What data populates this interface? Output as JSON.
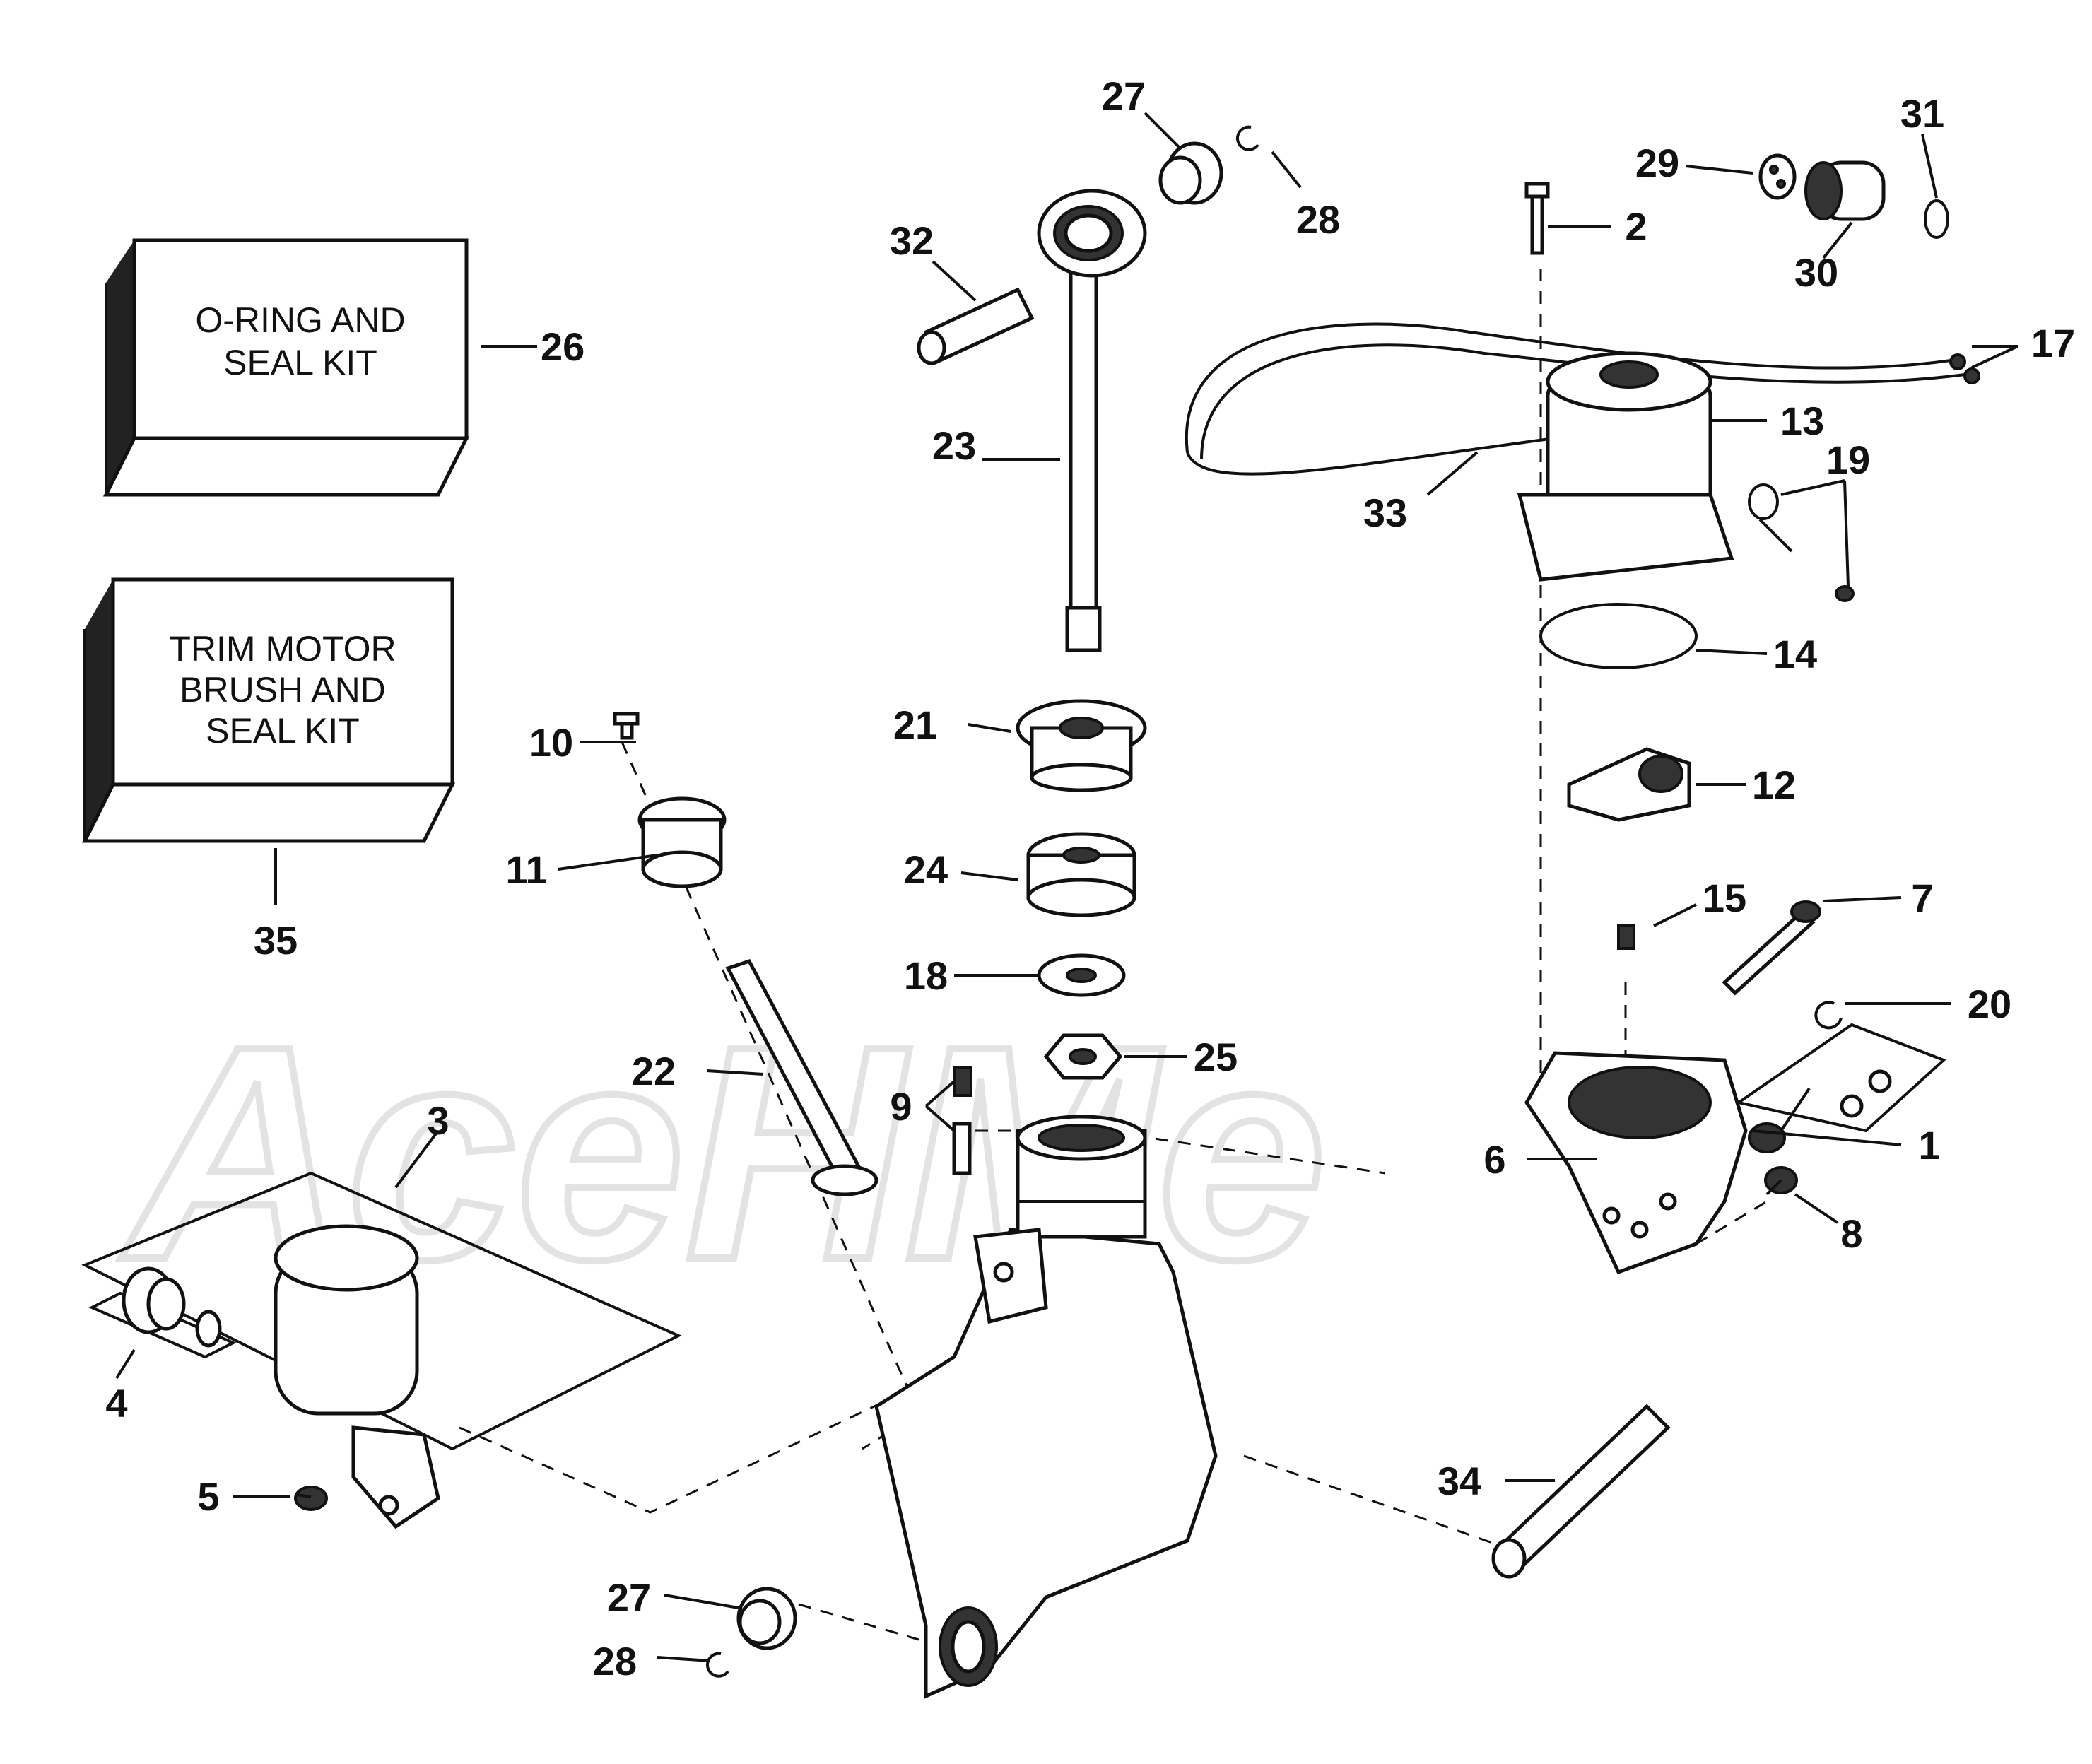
{
  "watermark": "AceHMe",
  "kits": {
    "seal_kit": {
      "line1": "O-RING AND",
      "line2": "SEAL KIT",
      "callout": "26"
    },
    "brush_kit": {
      "line1": "TRIM MOTOR",
      "line2": "BRUSH AND",
      "line3": "SEAL KIT",
      "callout": "35"
    }
  },
  "callouts": {
    "c1": "1",
    "c2": "2",
    "c3": "3",
    "c4": "4",
    "c5": "5",
    "c6": "6",
    "c7": "7",
    "c8": "8",
    "c9": "9",
    "c10": "10",
    "c11": "11",
    "c12": "12",
    "c13": "13",
    "c14": "14",
    "c15": "15",
    "c17": "17",
    "c18": "18",
    "c19": "19",
    "c20": "20",
    "c21": "21",
    "c22": "22",
    "c23": "23",
    "c24": "24",
    "c25": "25",
    "c27a": "27",
    "c27b": "27",
    "c28a": "28",
    "c28b": "28",
    "c29": "29",
    "c30": "30",
    "c31": "31",
    "c32": "32",
    "c33": "33",
    "c34": "34"
  }
}
